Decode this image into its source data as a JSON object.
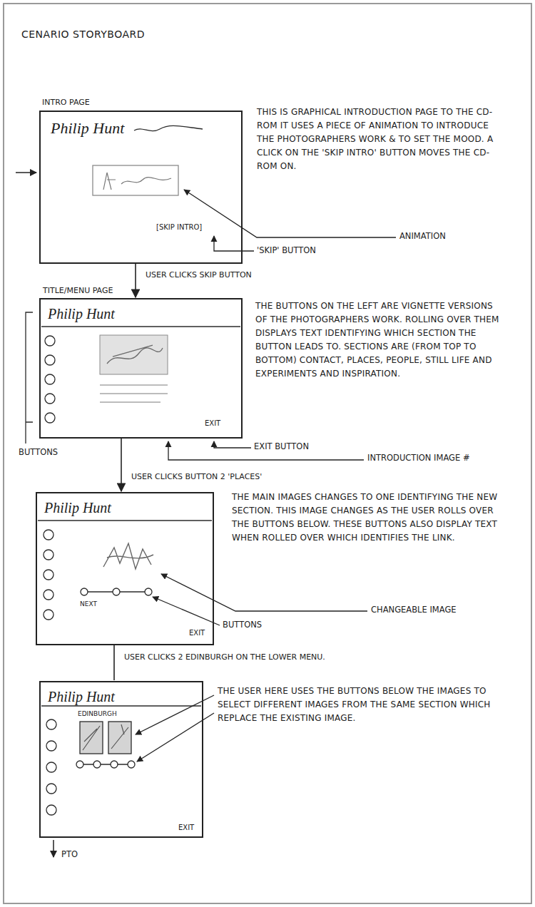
{
  "diagram": {
    "title": "CENARIO STORYBOARD",
    "nodes": [
      {
        "text": [
          "INTRO PAGE",
          "Philip Hunt",
          "[SKIP INTRO]"
        ]
      },
      {
        "text": [
          "TITLE/MENU PAGE",
          "Philip Hunt",
          "EXIT"
        ]
      },
      {
        "text": [
          "Philip Hunt",
          "NEXT",
          "EXIT"
        ]
      },
      {
        "text": [
          "Philip Hunt",
          "EDINBURGH",
          "EXIT"
        ]
      }
    ],
    "edges": [
      {
        "from": 0,
        "to": 1,
        "arrow": "to",
        "label": "USER CLICKS SKIP BUTTON"
      },
      {
        "from": 1,
        "to": 2,
        "arrow": "to",
        "label": "USER CLICKS BUTTON 2 'PLACES'"
      },
      {
        "from": 2,
        "to": 3,
        "arrow": "none",
        "label": "USER CLICKS 2 EDINBURGH ON THE LOWER MENU."
      }
    ],
    "labels": [
      "THIS IS GRAPHICAL INTRODUCTION PAGE TO THE CD-ROM IT USES A PIECE OF ANIMATION TO INTRODUCE THE PHOTOGRAPHERS WORK & TO SET THE MOOD. A CLICK ON THE 'SKIP INTRO' BUTTON MOVES THE CD-ROM ON.",
      "ANIMATION",
      "'SKIP' BUTTON",
      "THE BUTTONS ON THE LEFT ARE VIGNETTE VERSIONS OF THE PHOTOGRAPHERS WORK. ROLLING OVER THEM DISPLAYS TEXT IDENTIFYING WHICH SECTION THE BUTTON LEADS TO. SECTIONS ARE (FROM TOP TO BOTTOM) CONTACT, PLACES, PEOPLE, STILL LIFE AND EXPERIMENTS AND INSPIRATION.",
      "BUTTONS",
      "EXIT BUTTON",
      "INTRODUCTION IMAGE #",
      "THE MAIN IMAGES CHANGES TO ONE IDENTIFYING THE NEW SECTION. THIS IMAGE CHANGES AS THE USER ROLLS OVER THE BUTTONS BELOW. THESE BUTTONS ALSO DISPLAY TEXT WHEN ROLLED OVER WHICH IDENTIFIES THE LINK.",
      "CHANGEABLE IMAGE",
      "BUTTONS",
      "THE USER HERE USES THE BUTTONS BELOW THE IMAGES TO SELECT DIFFERENT IMAGES FROM THE SAME SECTION WHICH REPLACE THE EXISTING IMAGE.",
      "PTO"
    ]
  }
}
